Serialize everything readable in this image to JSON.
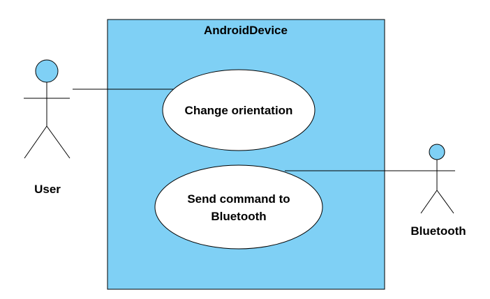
{
  "system": {
    "name": "AndroidDevice"
  },
  "actors": {
    "user": {
      "name": "User"
    },
    "bluetooth": {
      "name": "Bluetooth"
    }
  },
  "use_cases": {
    "change_orientation": {
      "lines": [
        "Change orientation"
      ]
    },
    "send_command": {
      "lines": [
        "Send command to",
        "Bluetooth"
      ]
    }
  },
  "colors": {
    "system_fill": "#7fd0f5",
    "use_case_fill": "#ffffff",
    "actor_head_fill": "#7fd0f5",
    "stroke": "#000000"
  }
}
